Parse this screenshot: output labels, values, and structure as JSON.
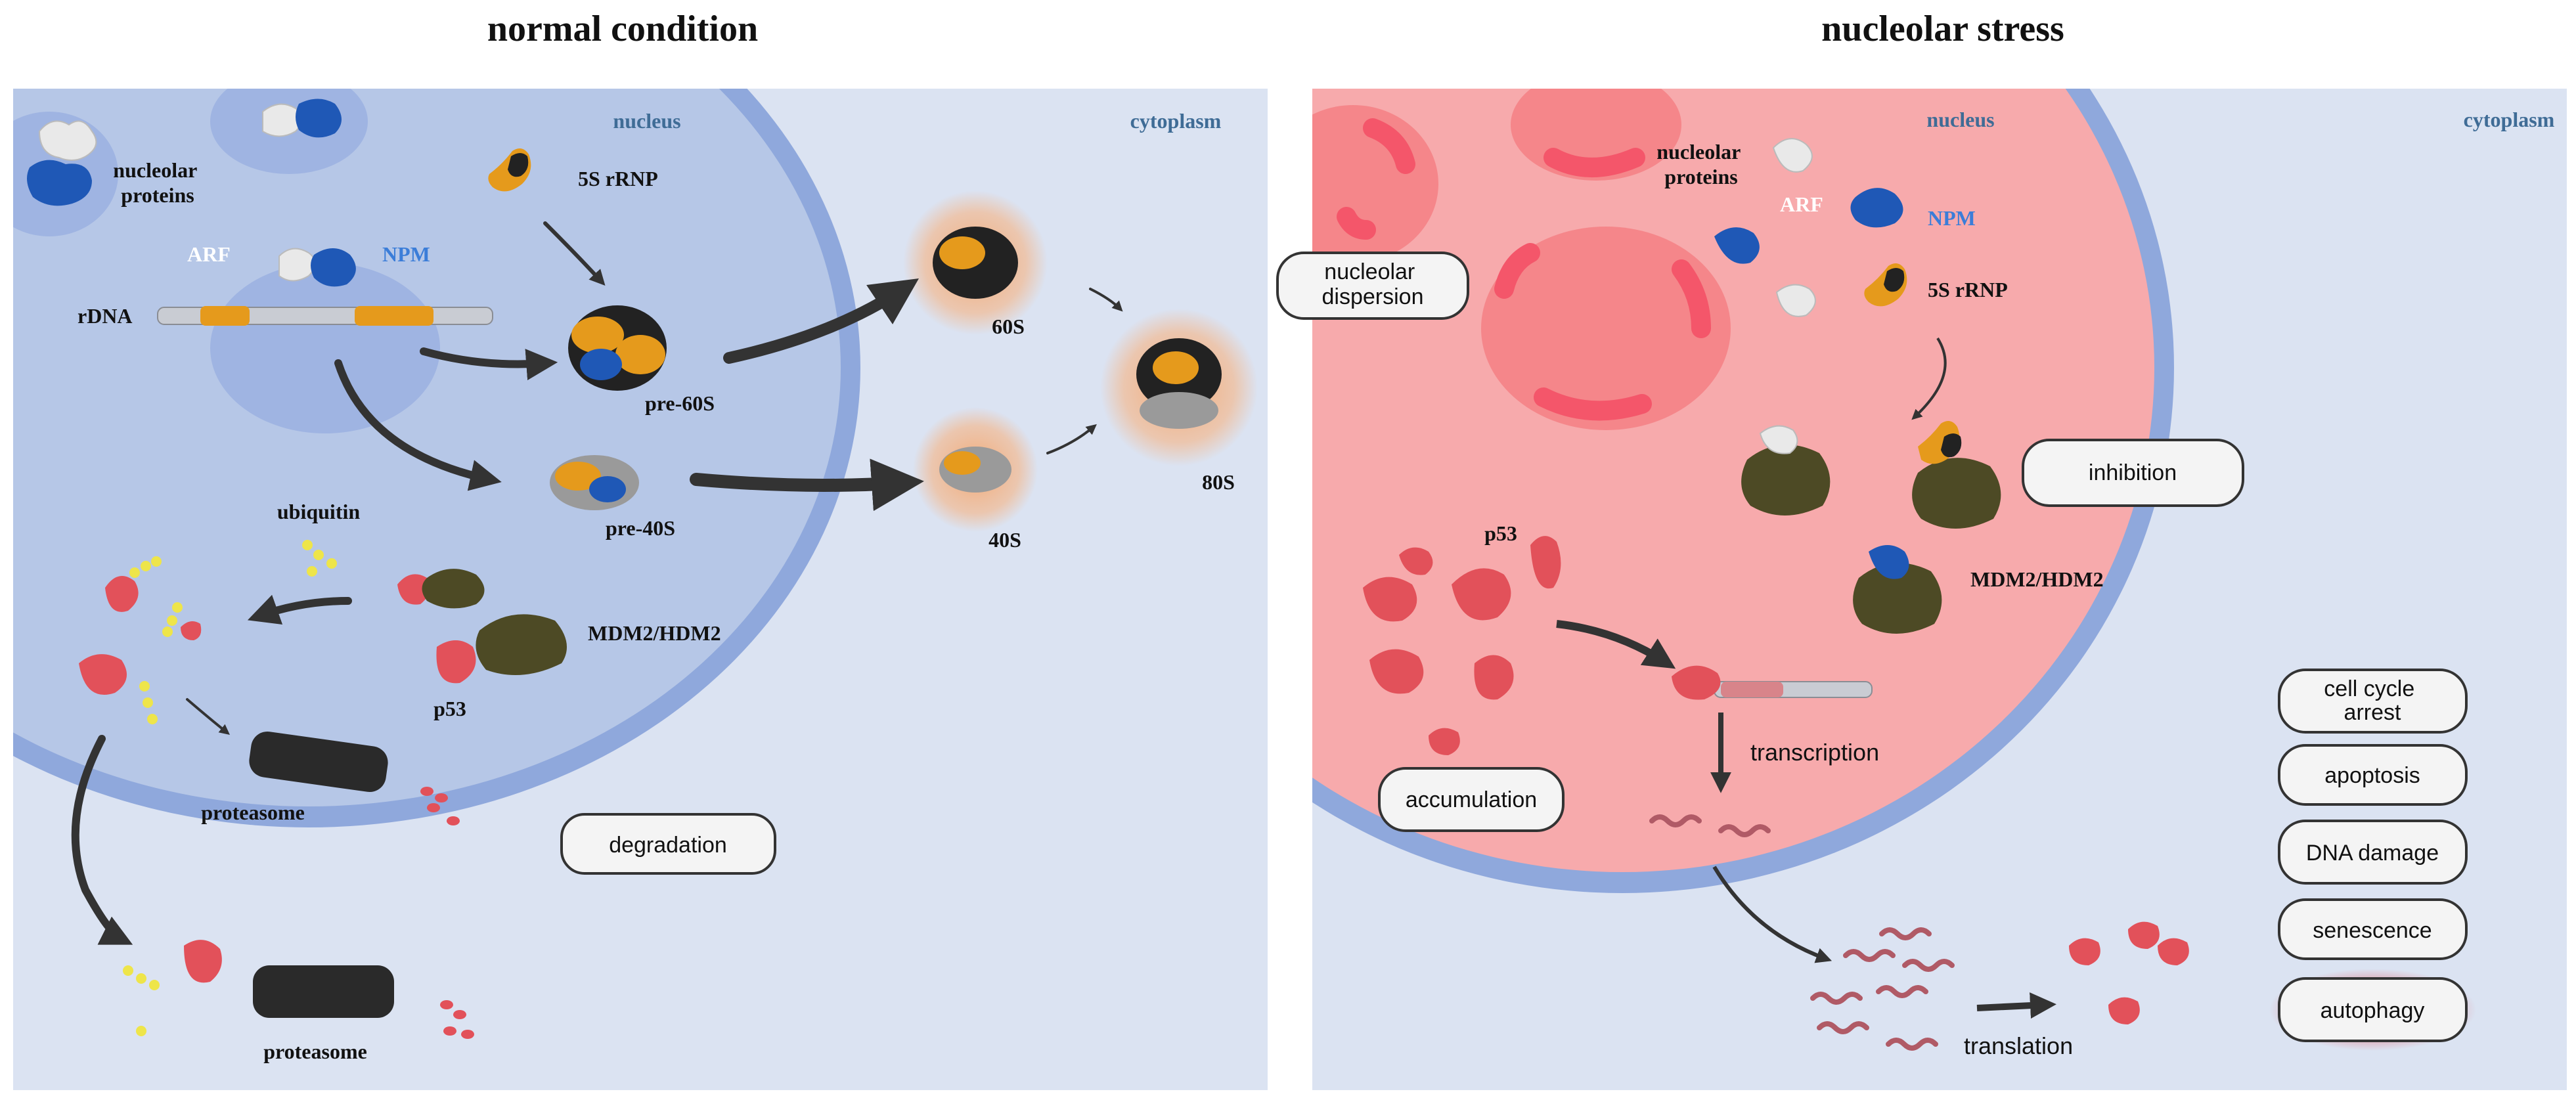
{
  "colors": {
    "cytoplasm": "#dbe3f2",
    "nucleus_normal": "#b6c7e7",
    "nuclear_envelope": "#8fa8dc",
    "nucleus_stress": "#f7aaac",
    "nucleolus_stress": "#f5868a",
    "nucleolus_arc": "#f4566a",
    "mdm2": "#4d4a25",
    "p53": "#e2515a",
    "npm": "#1f58b6",
    "arf": "#e9e9e9",
    "rrnp": "#e59a1c",
    "ubiquitin": "#eee54a",
    "proteasome": "#2a2a2a",
    "glow": "#f4a46a"
  },
  "left_panel": {
    "title": "normal condition",
    "nucleus_label": "nucleus",
    "cytoplasm_label": "cytoplasm",
    "nucleolar_proteins": "nucleolar\nproteins",
    "arf": "ARF",
    "npm": "NPM",
    "rdna": "rDNA",
    "rrnp": "5S rRNP",
    "pre60s": "pre-60S",
    "pre40s": "pre-40S",
    "s60": "60S",
    "s40": "40S",
    "s80": "80S",
    "ubiquitin": "ubiquitin",
    "mdm2": "MDM2/HDM2",
    "p53": "p53",
    "proteasome_inner": "proteasome",
    "proteasome_outer": "proteasome",
    "degradation": "degradation"
  },
  "right_panel": {
    "title": "nucleolar stress",
    "nucleus_label": "nucleus",
    "cytoplasm_label": "cytoplasm",
    "nucleolar_proteins": "nucleolar\nproteins",
    "arf": "ARF",
    "npm": "NPM",
    "rrnp": "5S rRNP",
    "nucleolar_dispersion": "nucleolar\ndispersion",
    "inhibition": "inhibition",
    "mdm2": "MDM2/HDM2",
    "p53": "p53",
    "transcription": "transcription",
    "translation": "translation",
    "accumulation": "accumulation",
    "outcomes": [
      "cell cycle\narrest",
      "apoptosis",
      "DNA  damage",
      "senescence",
      "autophagy"
    ]
  }
}
